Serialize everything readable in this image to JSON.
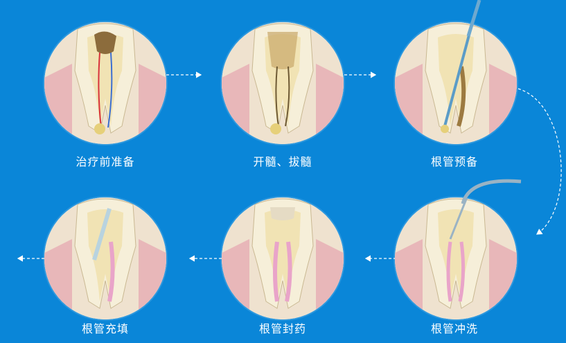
{
  "steps": [
    {
      "label": "治疗前准备"
    },
    {
      "label": "开髓、拔髓"
    },
    {
      "label": "根管预备"
    },
    {
      "label": "根管冲洗"
    },
    {
      "label": "根管封药"
    },
    {
      "label": "根管充填"
    }
  ],
  "colors": {
    "background": "#0a86d8",
    "circle": "#ffffff",
    "enamel": "#f6efd9",
    "dentin": "#f1e3b4",
    "gum": "#e8b7b9",
    "bone": "#efe2cf",
    "pulp_infected": "#c9a86a",
    "nerve_red": "#d8323a",
    "nerve_blue": "#3d6fd1",
    "sealer_pink": "#e9a4c9",
    "arrow": "#ffffff"
  }
}
